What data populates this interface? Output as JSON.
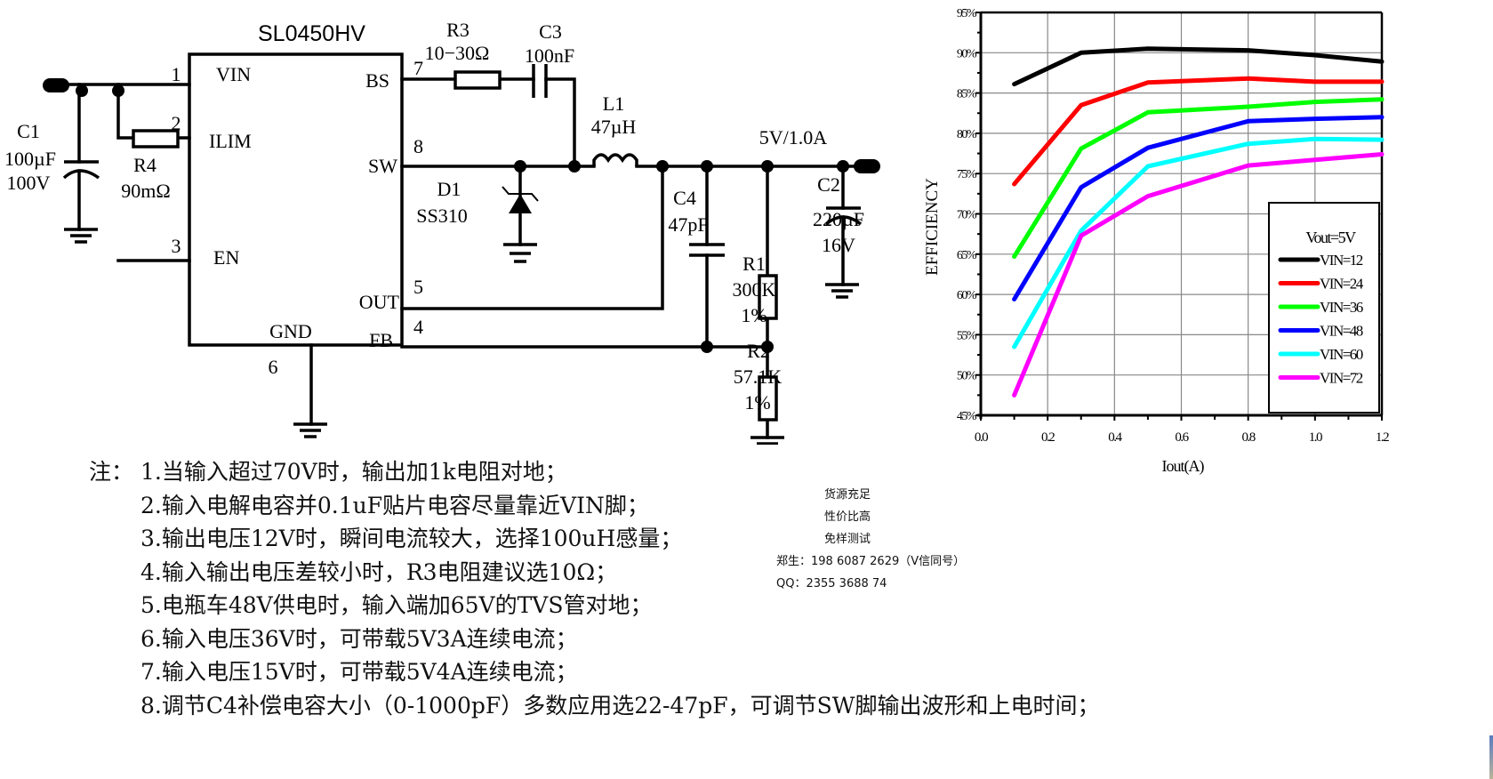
{
  "schematic": {
    "ic_name": "SL0450HV",
    "pins": [
      {
        "num": "1",
        "label": "VIN"
      },
      {
        "num": "2",
        "label": "ILIM"
      },
      {
        "num": "3",
        "label": "EN"
      },
      {
        "num": "7",
        "label": "BS"
      },
      {
        "num": "8",
        "label": "SW"
      },
      {
        "num": "5",
        "label": "OUT"
      },
      {
        "num": "4",
        "label": "FB"
      },
      {
        "num": "6",
        "label": "GND"
      }
    ],
    "components": {
      "C1": {
        "ref": "C1",
        "value": "100µF",
        "rating": "100V"
      },
      "R4": {
        "ref": "R4",
        "value": "90mΩ"
      },
      "R3": {
        "ref": "R3",
        "value": "10−30Ω"
      },
      "C3": {
        "ref": "C3",
        "value": "100nF"
      },
      "L1": {
        "ref": "L1",
        "value": "47µH"
      },
      "D1": {
        "ref": "D1",
        "value": "SS310"
      },
      "C4": {
        "ref": "C4",
        "value": "47pF"
      },
      "C2": {
        "ref": "C2",
        "value": "220µF",
        "rating": "16V"
      },
      "R1": {
        "ref": "R1",
        "value": "300K",
        "tolerance": "1%"
      },
      "R2": {
        "ref": "R2",
        "value": "57.1K",
        "tolerance": "1%"
      }
    },
    "output_label": "5V/1.0A"
  },
  "chart_data": {
    "type": "line",
    "title": "",
    "xlabel": "Iout(A)",
    "ylabel": "EFFICIENCY",
    "xlim": [
      0.0,
      1.2
    ],
    "ylim": [
      45,
      95
    ],
    "x_ticks": [
      "0.0",
      "0.2",
      "0.4",
      "0.6",
      "0.8",
      "1.0",
      "1.2"
    ],
    "y_ticks": [
      "45%",
      "50%",
      "55%",
      "60%",
      "65%",
      "70%",
      "75%",
      "80%",
      "85%",
      "90%",
      "95%"
    ],
    "grid": true,
    "legend_title": "Vout=5V",
    "legend_position": "bottom-right",
    "x": [
      0.1,
      0.3,
      0.5,
      0.8,
      1.0,
      1.2
    ],
    "series": [
      {
        "name": "VIN=12",
        "color": "#000000",
        "values": [
          86.1,
          90.0,
          90.5,
          90.3,
          89.7,
          88.9
        ]
      },
      {
        "name": "VIN=24",
        "color": "#ff0000",
        "values": [
          73.7,
          83.5,
          86.3,
          86.8,
          86.4,
          86.4
        ]
      },
      {
        "name": "VIN=36",
        "color": "#00ff00",
        "values": [
          64.7,
          78.1,
          82.6,
          83.3,
          83.9,
          84.2
        ]
      },
      {
        "name": "VIN=48",
        "color": "#0000ff",
        "values": [
          59.4,
          73.3,
          78.2,
          81.5,
          81.8,
          82.0
        ]
      },
      {
        "name": "VIN=60",
        "color": "#00ffff",
        "values": [
          53.5,
          67.9,
          75.9,
          78.7,
          79.3,
          79.2
        ]
      },
      {
        "name": "VIN=72",
        "color": "#ff00ff",
        "values": [
          47.5,
          67.3,
          72.2,
          76.0,
          76.7,
          77.4
        ]
      }
    ]
  },
  "notes": {
    "prefix": "注：",
    "items": [
      "1.当输入超过70V时，输出加1k电阻对地；",
      "2.输入电解电容并0.1uF贴片电容尽量靠近VIN脚；",
      "3.输出电压12V时，瞬间电流较大，选择100uH感量；",
      "4.输入输出电压差较小时，R3电阻建议选10Ω；",
      "5.电瓶车48V供电时，输入端加65V的TVS管对地；",
      "6.输入电压36V时，可带载5V3A连续电流；",
      "7.输入电压15V时，可带载5V4A连续电流；",
      "8.调节C4补偿电容大小（0-1000pF）多数应用选22-47pF，可调节SW脚输出波形和上电时间；"
    ]
  },
  "promo": {
    "lines": [
      "货源充足",
      "性价比高",
      "免样测试"
    ],
    "contact": "郑生：198 6087 2629（V信同号）",
    "qq": "QQ：2355 3688 74"
  }
}
